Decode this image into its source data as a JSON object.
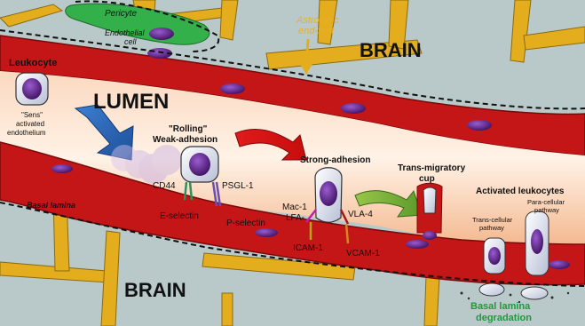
{
  "labels": {
    "pericyte": "Pericyte",
    "endothelial_line1": "Endothelial",
    "endothelial_line2": "cell",
    "astrocytic_line1": "Astrocytic",
    "astrocytic_line2": "end-feet",
    "brain_top": "BRAIN",
    "brain_bottom": "BRAIN",
    "leukocyte": "Leukocyte",
    "sens_line1": "\"Sens\"",
    "sens_line2": "activated",
    "sens_line3": "endothelium",
    "lumen": "LUMEN",
    "rolling_line1": "\"Rolling\"",
    "rolling_line2": "Weak-adhesion",
    "strong_adhesion": "Strong-adhesion",
    "transmigratory_line1": "Trans-migratory",
    "transmigratory_line2": "cup",
    "activated_leukocytes": "Activated leukocytes",
    "paracellular_line1": "Para-cellular",
    "paracellular_line2": "pathway",
    "transcellular_line1": "Trans-cellular",
    "transcellular_line2": "pathway",
    "cd44": "CD44",
    "psgl1": "PSGL-1",
    "e_selectin": "E-selectin",
    "p_selectin": "P-selectin",
    "mac1": "Mac-1",
    "lfa": "LFA-",
    "vla4": "VLA-4",
    "icam1": "ICAM-1",
    "vcam1": "VCAM-1",
    "basal_lamina": "Basal lamina",
    "basal_degradation_line1": "Basal lamina",
    "basal_degradation_line2": "degradation"
  },
  "colors": {
    "brain_bg": "#b9c9c9",
    "astrocyte": "#e4ad1e",
    "endothelium": "#c41616",
    "lumen": "#f7c6a6",
    "pericyte": "#33b04a",
    "nucleus": "#5b1f86",
    "cell_body": "#e2e6f0",
    "astro_text": "#e8b028",
    "degradation_text": "#1e9a3a"
  }
}
